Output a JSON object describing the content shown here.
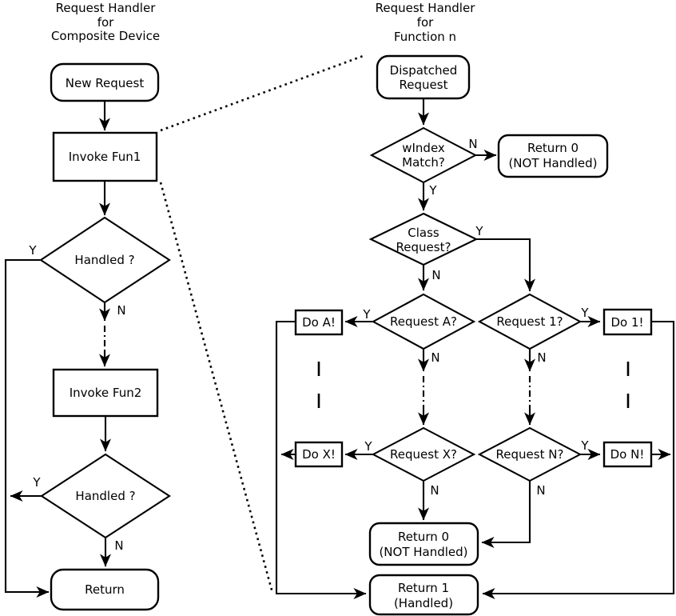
{
  "colors": {
    "ink": "#000000",
    "background": "#ffffff"
  },
  "decision_labels": {
    "yes": "Y",
    "no": "N"
  },
  "left_flowchart": {
    "title_lines": [
      "Request Handler",
      "for",
      "Composite Device"
    ],
    "nodes": {
      "new_request": "New Request",
      "invoke_fun1": "Invoke Fun1",
      "handled_1": "Handled ?",
      "invoke_fun2": "Invoke Fun2",
      "handled_2": "Handled ?",
      "return": "Return"
    }
  },
  "right_flowchart": {
    "title_lines": [
      "Request Handler",
      "for",
      "Function n"
    ],
    "nodes": {
      "dispatched_request_lines": [
        "Dispatched",
        "Request"
      ],
      "windex_match_lines": [
        "wIndex",
        "Match?"
      ],
      "return_0_top_lines": [
        "Return 0",
        "(NOT Handled)"
      ],
      "class_request_lines": [
        "Class",
        "Request?"
      ],
      "request_a": "Request A?",
      "do_a": "Do A!",
      "request_1": "Request 1?",
      "do_1": "Do 1!",
      "request_x": "Request X?",
      "do_x": "Do X!",
      "request_n": "Request N?",
      "do_n": "Do N!",
      "return_0_bottom_lines": [
        "Return 0",
        "(NOT Handled)"
      ],
      "return_1_lines": [
        "Return 1",
        "(Handled)"
      ]
    }
  }
}
